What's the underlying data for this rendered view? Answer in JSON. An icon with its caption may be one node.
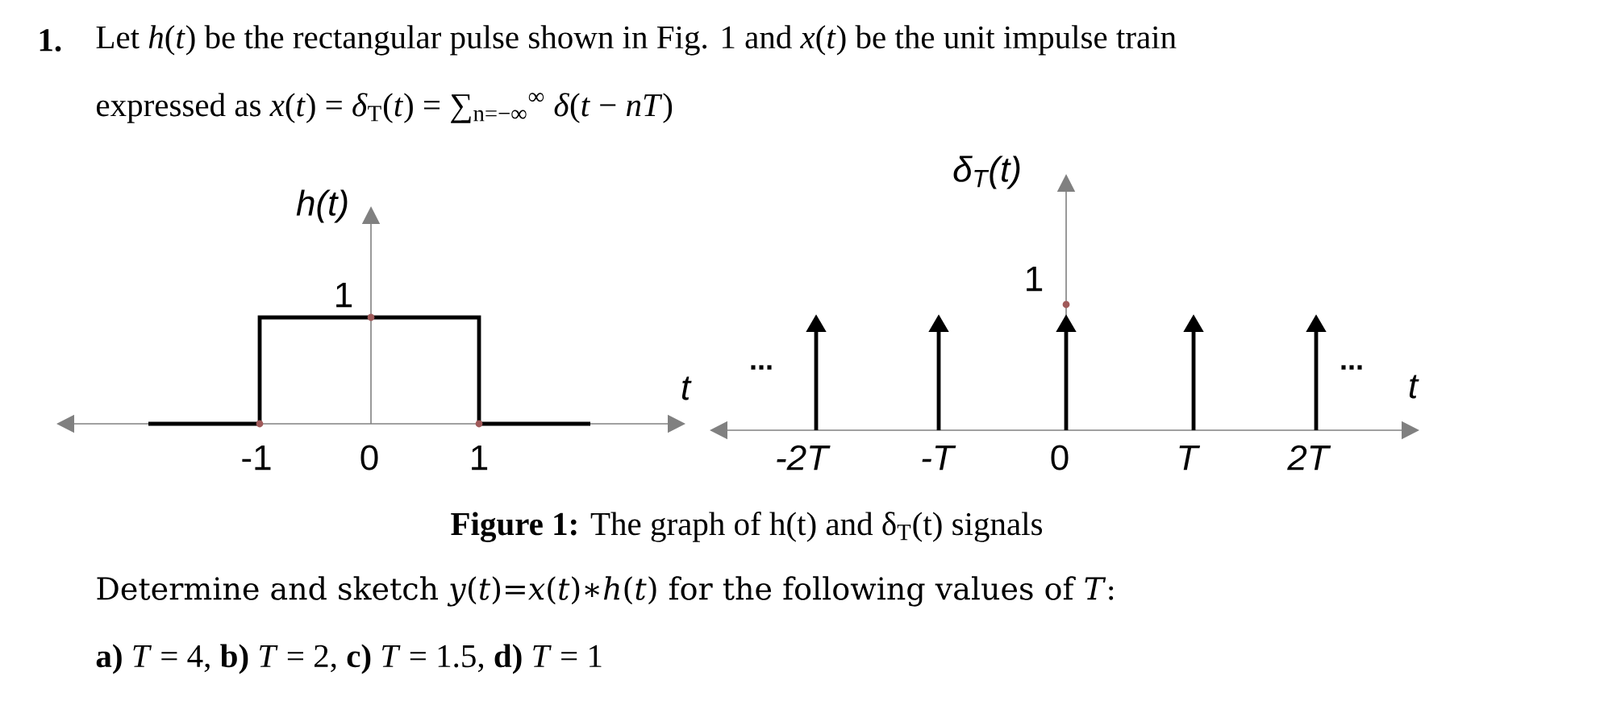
{
  "diagram": {
    "caption": "**Figure 1:** The graph of h(t) and δ$_{T}$(t) signals",
    "labels": [
      "1.",
      "Let *h*(*t*) be the rectangular pulse shown in Fig. 1 and *x*(*t*) be the unit impulse train",
      "expressed as *x*(*t*) = *δ*$_{T}$(*t*) = ∑$_{n=−∞}$$^{∞}$ *δ*(*t* − *nT*)",
      "h(t)",
      "δ$_{T}$(t)",
      "1",
      "1",
      "...",
      "...",
      "t",
      "t",
      "-1",
      "0",
      "1",
      "-2T",
      "-T",
      "0",
      "T",
      "2T",
      "Determine and sketch *y*(*t*)=*x*(*t*)∗*h*(*t*) for the following values of *T*:",
      "**a)**  *T* = 4,  **b)**  *T* = 2,  **c)**  *T* = 1.5,  **d)**  *T* = 1"
    ]
  }
}
